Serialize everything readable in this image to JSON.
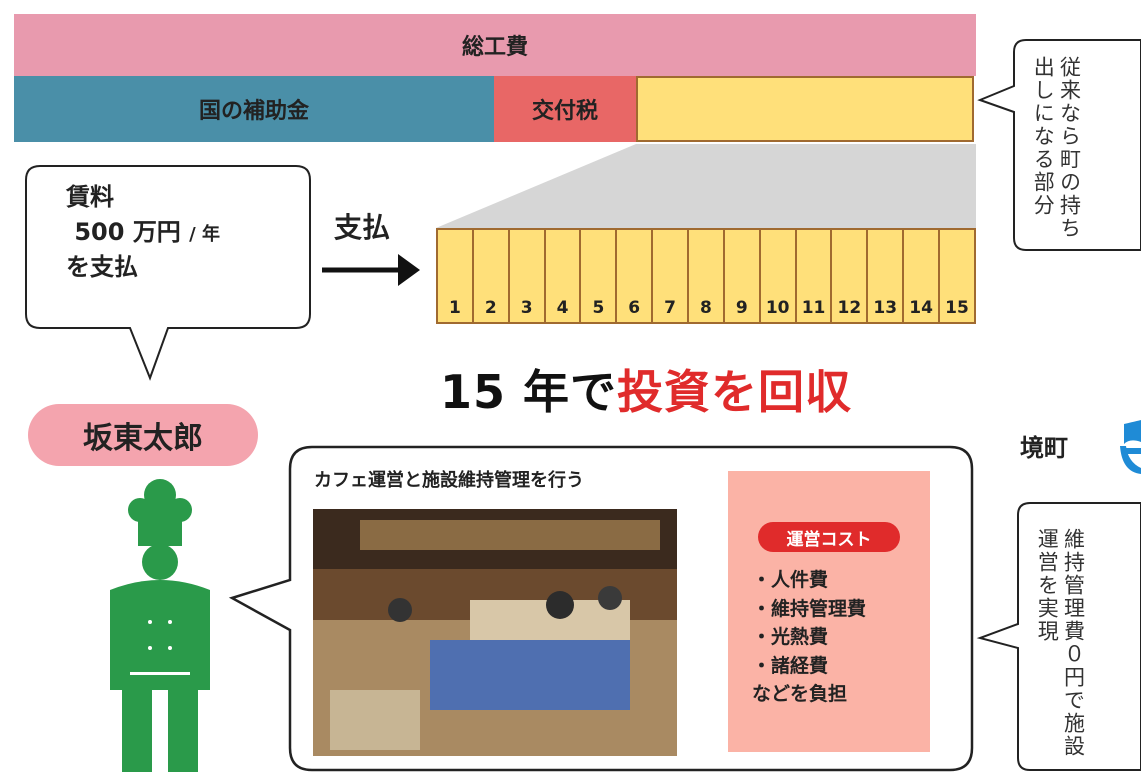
{
  "cost_bar": {
    "total_label": "総工費",
    "subsidy_label": "国の補助金",
    "tax_label": "交付税"
  },
  "town_callout": "従来なら町の持ち出しになる部分",
  "rent_callout": {
    "line1": "賃料",
    "amount": "500 万円",
    "unit": "/ 年",
    "line3": "を支払"
  },
  "payment_label": "支払",
  "years": [
    "1",
    "2",
    "3",
    "4",
    "5",
    "6",
    "7",
    "8",
    "9",
    "10",
    "11",
    "12",
    "13",
    "14",
    "15"
  ],
  "headline": {
    "part1": "15 年で",
    "part2": "投資を回収"
  },
  "person_name": "坂東太郎",
  "cafe_callout": {
    "title": "カフェ運営と施設維持管理を行う",
    "cost_title": "運営コスト",
    "cost_items": [
      "・人件費",
      "・維持管理費",
      "・光熱費",
      "・諸経費",
      "などを負担"
    ]
  },
  "town_name": "境町",
  "town_benefit": "維持管理費０円で施設運営を実現",
  "colors": {
    "total": "#e89aae",
    "subsidy": "#4a8fa8",
    "tax": "#e86766",
    "town_share": "#ffe07a",
    "headline_red": "#e02b2b",
    "chef_green": "#2a9a4a",
    "logo_blue": "#1f8bd6"
  }
}
